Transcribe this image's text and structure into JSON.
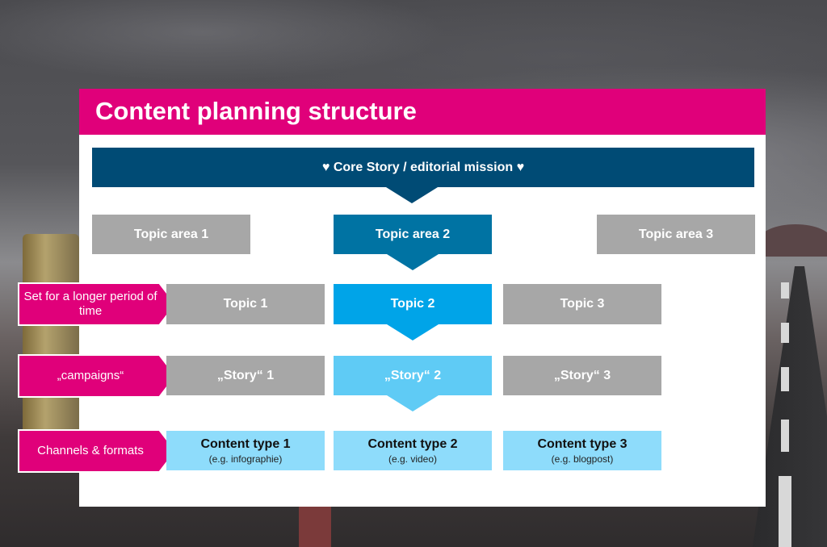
{
  "title": "Content planning structure",
  "core_story": "♥ Core Story / editorial mission ♥",
  "topic_areas": [
    "Topic area 1",
    "Topic area 2",
    "Topic area 3"
  ],
  "topics": [
    "Topic 1",
    "Topic 2",
    "Topic 3"
  ],
  "stories": [
    "„Story“ 1",
    "„Story“ 2",
    "„Story“ 3"
  ],
  "content_types": [
    {
      "label": "Content type 1",
      "example": "(e.g. infographie)"
    },
    {
      "label": "Content type 2",
      "example": "(e.g. video)"
    },
    {
      "label": "Content type 3",
      "example": "(e.g. blogpost)"
    }
  ],
  "row_labels": [
    "Set for a longer period of time",
    "„campaigns“",
    "Channels & formats"
  ],
  "colors": {
    "accent": "#e0007a",
    "core": "#004b75",
    "topic_area_active": "#0073a3",
    "topic_active": "#00a4e8",
    "story_active": "#5fcbf5",
    "content_type": "#8edcfb",
    "inactive": "#a7a7a7"
  }
}
